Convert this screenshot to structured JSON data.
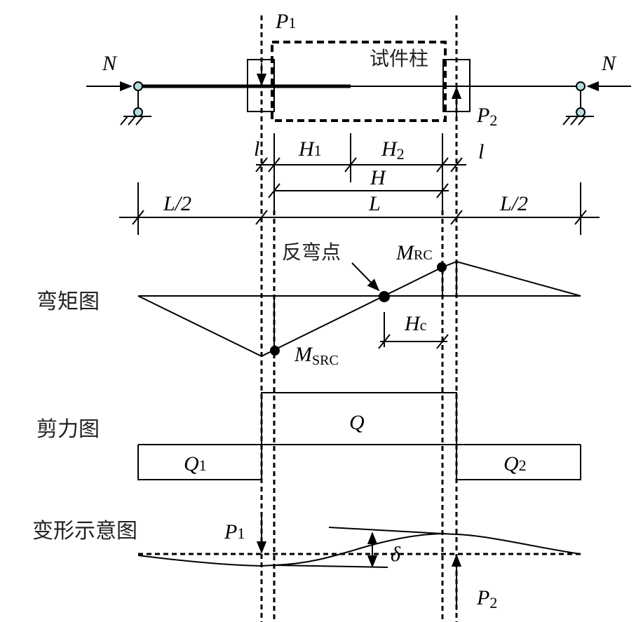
{
  "top": {
    "specimen_label": "试件柱",
    "axial_force": "N",
    "load1": {
      "sym": "P",
      "sub": "1"
    },
    "load2": {
      "sym": "P",
      "sub": "2"
    },
    "support_color": "#b5dde0"
  },
  "dims": {
    "l_left": "l",
    "l_right": "l",
    "H1": {
      "sym": "H",
      "sub": "1"
    },
    "H2": {
      "sym": "H",
      "sub": "2"
    },
    "H": "H",
    "L": "L",
    "half_left": "L/2",
    "half_right": "L/2"
  },
  "moment": {
    "title": "弯矩图",
    "inflection_label": "反弯点",
    "M_RC": {
      "sym": "M",
      "sub": "RC"
    },
    "M_SRC": {
      "sym": "M",
      "sub": "SRC"
    },
    "Hc": {
      "sym": "H",
      "sub": "c"
    }
  },
  "shear": {
    "title": "剪力图",
    "Q": "Q",
    "Q1": {
      "sym": "Q",
      "sub": "1"
    },
    "Q2": {
      "sym": "Q",
      "sub": "2"
    }
  },
  "deform": {
    "title": "变形示意图",
    "P1": {
      "sym": "P",
      "sub": "1"
    },
    "P2": {
      "sym": "P",
      "sub": "2"
    },
    "delta": "δ"
  }
}
